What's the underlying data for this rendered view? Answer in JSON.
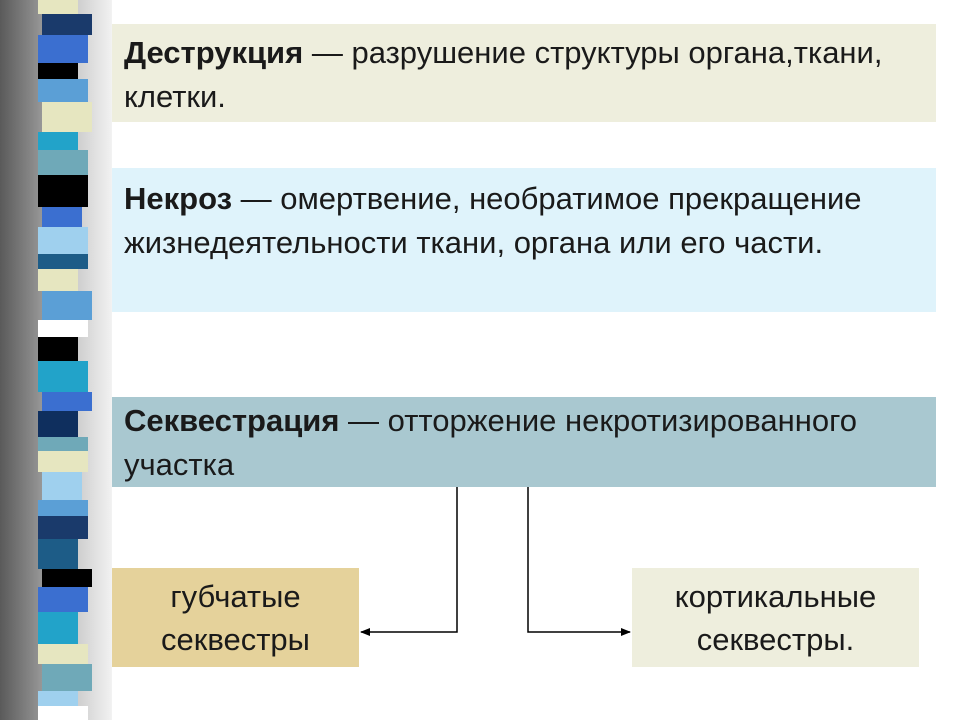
{
  "definitions": {
    "destruction": {
      "term": "Деструкция",
      "dash": " — ",
      "text": "разрушение структуры органа,ткани, клетки."
    },
    "necrosis": {
      "term": "Некроз",
      "dash": " — ",
      "text": "омертвение, необратимое прекращение жизнедеятельности ткани, органа или его части."
    },
    "sequestration": {
      "term": "Секвестрация",
      "dash": " — ",
      "text": "отторжение некротизированного участка"
    }
  },
  "sequesters": {
    "spongy": {
      "line1": "губчатые",
      "line2": "секвестры"
    },
    "cortical": {
      "line1": "кортикальные",
      "line2": "секвестры."
    }
  },
  "colors": {
    "destruction_bg": "#eeeedd",
    "necrosis_bg": "#dff3fb",
    "sequestration_bg": "#a9c8d0",
    "spongy_bg": "#e5d29b",
    "cortical_bg": "#eeeedd"
  }
}
